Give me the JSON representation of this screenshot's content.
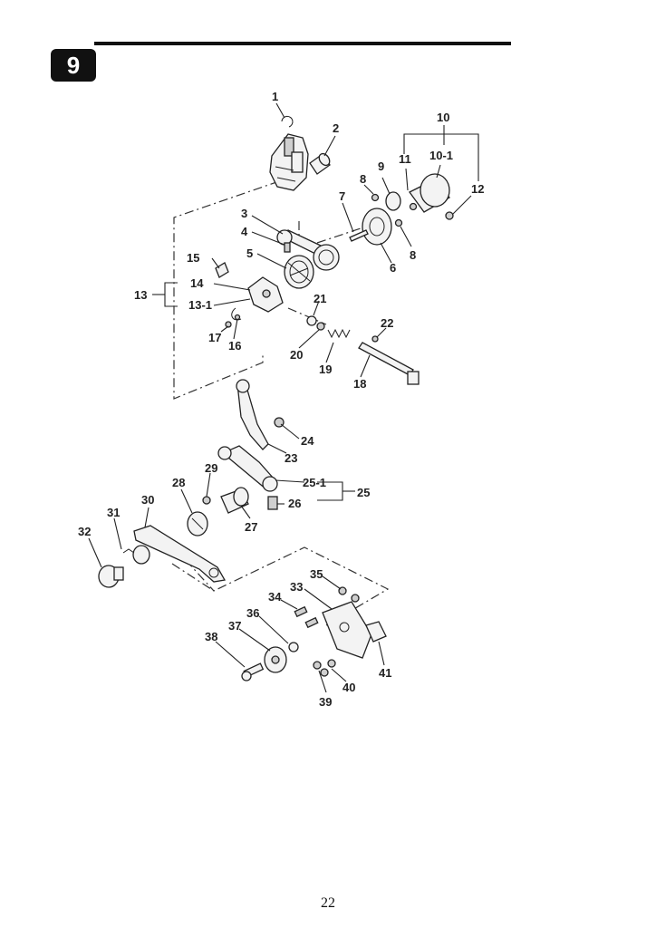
{
  "section_badge": "9",
  "page_number": "22",
  "labels": {
    "l1": "1",
    "l2": "2",
    "l3": "3",
    "l4": "4",
    "l5": "5",
    "l6": "6",
    "l7": "7",
    "l8a": "8",
    "l8b": "8",
    "l9": "9",
    "l10": "10",
    "l10_1": "10-1",
    "l11": "11",
    "l12": "12",
    "l13": "13",
    "l13_1": "13-1",
    "l14": "14",
    "l15": "15",
    "l16": "16",
    "l17": "17",
    "l18": "18",
    "l19": "19",
    "l20": "20",
    "l21": "21",
    "l22": "22",
    "l23": "23",
    "l24": "24",
    "l25": "25",
    "l25_1": "25-1",
    "l26": "26",
    "l27": "27",
    "l28": "28",
    "l29": "29",
    "l30": "30",
    "l31": "31",
    "l32": "32",
    "l33": "33",
    "l34": "34",
    "l35": "35",
    "l36": "36",
    "l37": "37",
    "l38": "38",
    "l39": "39",
    "l40": "40",
    "l41": "41"
  }
}
